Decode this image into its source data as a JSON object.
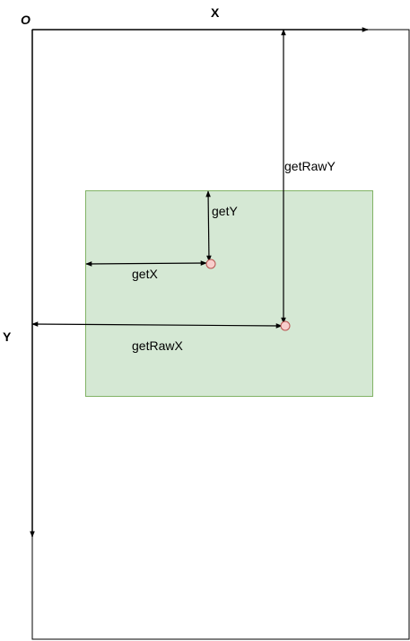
{
  "labels": {
    "origin": "O",
    "x_axis": "X",
    "y_axis": "Y",
    "get_x": "getX",
    "get_y": "getY",
    "get_raw_x": "getRawX",
    "get_raw_y": "getRawY"
  },
  "colors": {
    "line": "#000000",
    "view_fill": "#d5e8d4",
    "view_stroke": "#82b366",
    "point_fill": "#f8cecc",
    "point_stroke": "#b85450"
  }
}
